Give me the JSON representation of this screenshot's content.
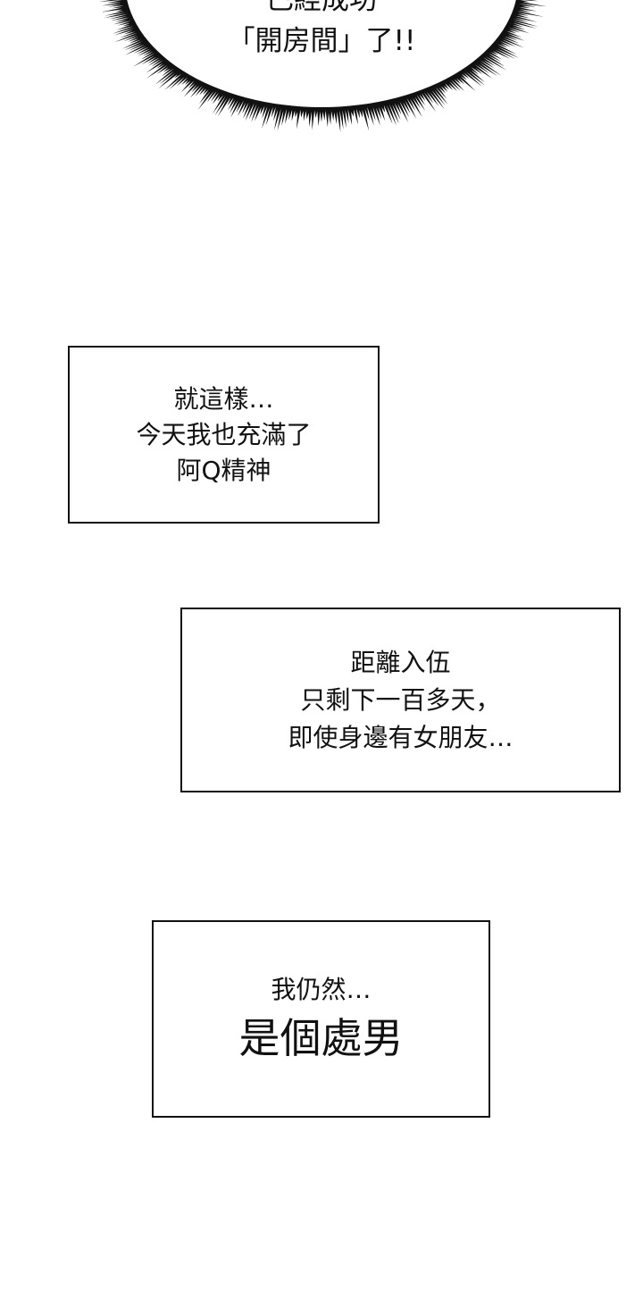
{
  "shout_bubble": {
    "line1": "已經成功",
    "line2": "「開房間」了!!"
  },
  "narration_1": {
    "lines": [
      "就這樣…",
      "今天我也充滿了",
      "阿Q精神"
    ]
  },
  "narration_2": {
    "lines": [
      "距離入伍",
      "只剩下一百多天，",
      "即使身邊有女朋友…"
    ]
  },
  "narration_3": {
    "line_small": "我仍然…",
    "line_big": "是個處男"
  }
}
